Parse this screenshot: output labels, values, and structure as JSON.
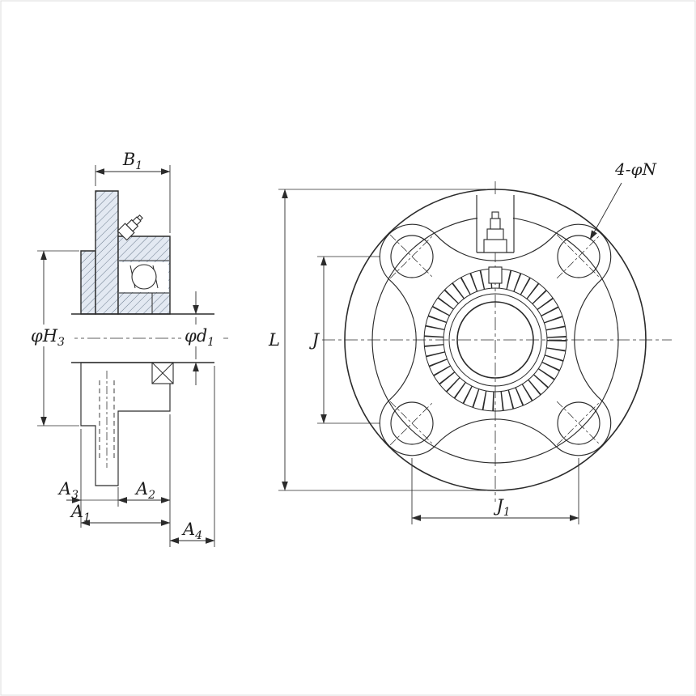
{
  "colors": {
    "line": "#2b2b2b",
    "section_fill": "#e3e9f2",
    "hatch_line": "#6b7b8d",
    "background": "#ffffff"
  },
  "labels": {
    "b1_base": "B",
    "b1_sub": "1",
    "h3_base": "φH",
    "h3_sub": "3",
    "d1_base": "φd",
    "d1_sub": "1",
    "a3_base": "A",
    "a3_sub": "3",
    "a2_base": "A",
    "a2_sub": "2",
    "a1_base": "A",
    "a1_sub": "1",
    "a4_base": "A",
    "a4_sub": "4",
    "l": "L",
    "j": "J",
    "j1_base": "J",
    "j1_sub": "1",
    "bolt_note": "4-φN"
  }
}
